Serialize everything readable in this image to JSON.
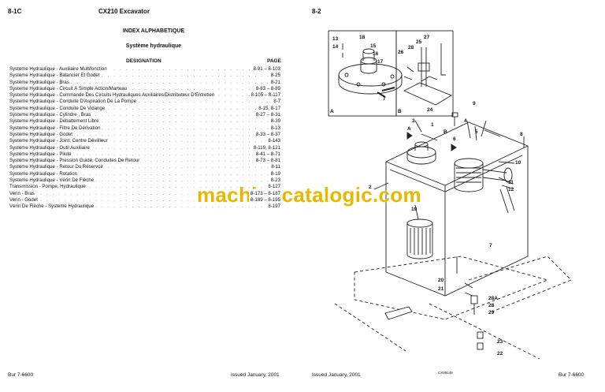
{
  "left_page": {
    "page_number": "8-1C",
    "doc_title": "CX210 Excavator",
    "index_title": "INDEX ALPHABETIQUE",
    "index_subtitle": "Système hydraulique",
    "col_designation": "DESIGNATION",
    "col_page": "PAGE",
    "rows": [
      {
        "label": "Systeme Hydraulique - Auxiliaire Multifonction",
        "page": "8-91 – 8-103"
      },
      {
        "label": "Systeme Hydraulique - Balancier Et Godet",
        "page": "8-25"
      },
      {
        "label": "Systeme Hydraulique - Bras",
        "page": "8-21"
      },
      {
        "label": "Systeme Hydraulique - Circuit À Simple Action/Marteau",
        "page": "8-83 – 8-89"
      },
      {
        "label": "Systeme Hydraulique - Commande Des Circuits Hydrauliques Auxiliaires/Distributeur D'Entretien",
        "page": "8-105 – 8-117"
      },
      {
        "label": "Systeme Hydraulique - Conduite D'Aspiration De La Pompe",
        "page": "8-7"
      },
      {
        "label": "Systeme Hydraulique - Conduite De Vidange",
        "page": "8-15, 8-17"
      },
      {
        "label": "Systeme Hydraulique - Cylindre , Bras",
        "page": "8-27 – 8-31"
      },
      {
        "label": "Systeme Hydraulique - Débattement Libre",
        "page": "8-39"
      },
      {
        "label": "Systeme Hydraulique - Filtre De Dérivation",
        "page": "8-13"
      },
      {
        "label": "Systeme Hydraulique - Godet",
        "page": "8-33 – 8-37"
      },
      {
        "label": "Systeme Hydraulique - Joint, Centre Déviilleur",
        "page": "8-143"
      },
      {
        "label": "Systeme Hydraulique - Outil Auxiliaire",
        "page": "8-119, 8-121"
      },
      {
        "label": "Systeme Hydraulique - Pilote",
        "page": "8-41 – 8-71"
      },
      {
        "label": "Systeme Hydraulique - Pression Guide, Conduites De Retour",
        "page": "8-73 – 8-81"
      },
      {
        "label": "Systeme Hydraulique - Retour Du Réservoir",
        "page": "8-11"
      },
      {
        "label": "Systeme Hydraulique - Rotation",
        "page": "8-19"
      },
      {
        "label": "Systeme Hydraulique - Vérin De Flèche",
        "page": "8-23"
      },
      {
        "label": "Transmission - Pompe, Hydraulique",
        "page": "8-127"
      },
      {
        "label": "Verin - Bras",
        "page": "8-173 – 8-187"
      },
      {
        "label": "Verin - Godet",
        "page": "8-189 – 8-195"
      },
      {
        "label": "Vérin De Flèche - Systeme Hydraulique",
        "page": "8-197"
      }
    ],
    "footer_left": "Bur 7-6600",
    "footer_right": "Issued January, 2001"
  },
  "right_page": {
    "page_number": "8-2",
    "footer_left": "Issued January, 2001",
    "footer_code": "CX08146",
    "footer_right": "Bur 7-6600",
    "inset_a": "A",
    "inset_b": "B",
    "callouts": [
      "13",
      "14",
      "18",
      "15",
      "16",
      "17",
      "7",
      "27",
      "25",
      "28",
      "26",
      "3",
      "A",
      "1",
      "4",
      "B",
      "5",
      "9",
      "6",
      "8",
      "10",
      "11",
      "12",
      "2",
      "19",
      "20",
      "21",
      "28A",
      "28",
      "29",
      "23",
      "22",
      "7",
      "24"
    ]
  },
  "watermark": "machinecatalogic.com"
}
